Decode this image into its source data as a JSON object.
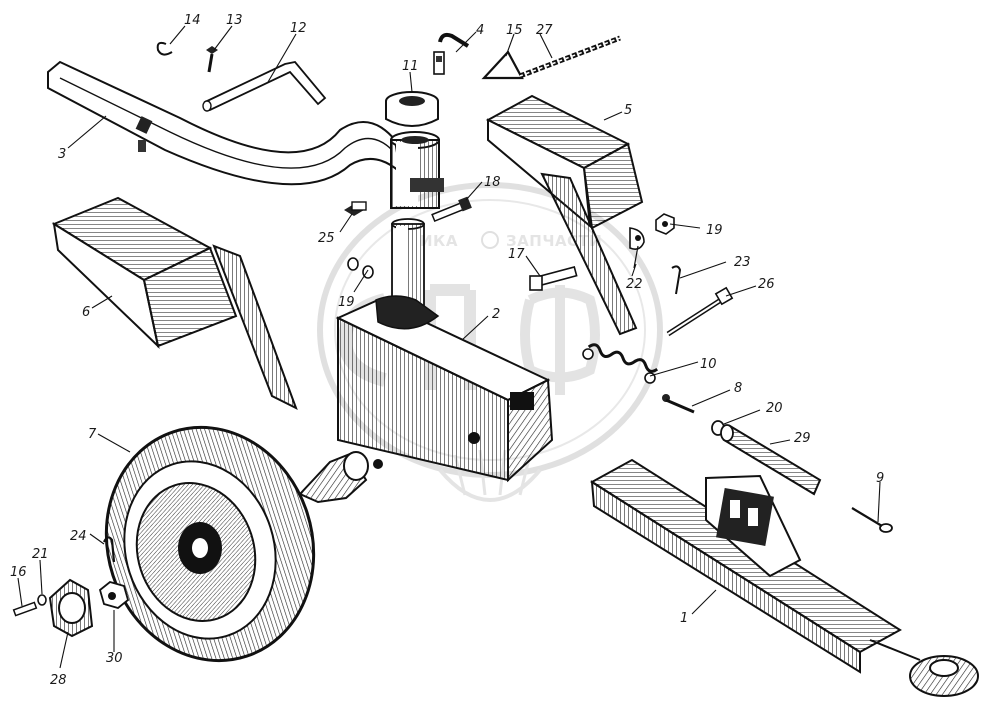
{
  "watermark": {
    "left_word": "ИКА",
    "right_word": "ЗАПЧАСТИ",
    "color": "#c8c8c8"
  },
  "callouts": [
    {
      "id": "c1",
      "label": "1"
    },
    {
      "id": "c2",
      "label": "2"
    },
    {
      "id": "c3",
      "label": "3"
    },
    {
      "id": "c4",
      "label": "4"
    },
    {
      "id": "c5",
      "label": "5"
    },
    {
      "id": "c6",
      "label": "6"
    },
    {
      "id": "c7",
      "label": "7"
    },
    {
      "id": "c8",
      "label": "8"
    },
    {
      "id": "c9",
      "label": "9"
    },
    {
      "id": "c10",
      "label": "10"
    },
    {
      "id": "c11",
      "label": "11"
    },
    {
      "id": "c12",
      "label": "12"
    },
    {
      "id": "c13",
      "label": "13"
    },
    {
      "id": "c14",
      "label": "14"
    },
    {
      "id": "c15",
      "label": "15"
    },
    {
      "id": "c16",
      "label": "16"
    },
    {
      "id": "c17",
      "label": "17"
    },
    {
      "id": "c18",
      "label": "18"
    },
    {
      "id": "c19a",
      "label": "19"
    },
    {
      "id": "c19b",
      "label": "19"
    },
    {
      "id": "c20",
      "label": "20"
    },
    {
      "id": "c21",
      "label": "21"
    },
    {
      "id": "c22",
      "label": "22"
    },
    {
      "id": "c23",
      "label": "23"
    },
    {
      "id": "c24",
      "label": "24"
    },
    {
      "id": "c25",
      "label": "25"
    },
    {
      "id": "c26",
      "label": "26"
    },
    {
      "id": "c27",
      "label": "27"
    },
    {
      "id": "c28",
      "label": "28"
    },
    {
      "id": "c29",
      "label": "29"
    },
    {
      "id": "c30",
      "label": "30"
    }
  ]
}
